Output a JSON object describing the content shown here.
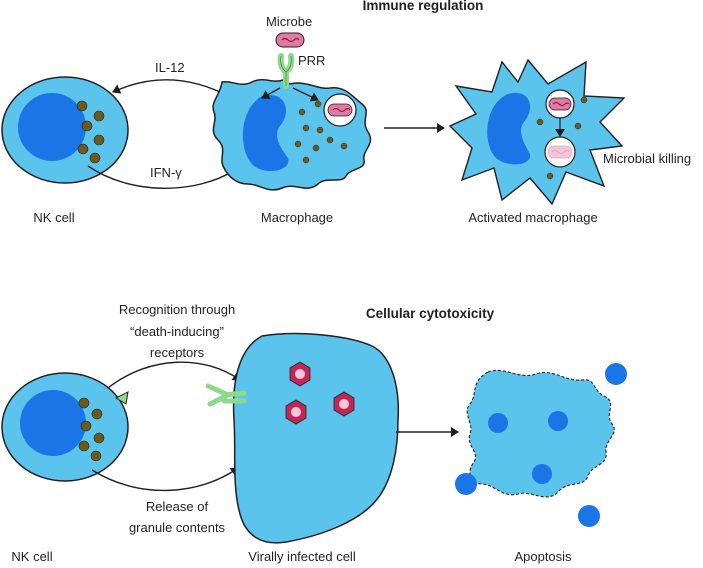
{
  "sections": {
    "immune_regulation": {
      "title": "Immune regulation",
      "labels": {
        "microbe": "Microbe",
        "prr": "PRR",
        "il12": "IL-12",
        "ifn": "IFN-γ",
        "microbial_killing": "Microbial killing",
        "nk_cell": "NK cell",
        "macrophage": "Macrophage",
        "activated_macrophage": "Activated macrophage"
      }
    },
    "cellular_cytotoxicity": {
      "title": "Cellular cytotoxicity",
      "labels": {
        "recognition_line1": "Recognition through",
        "recognition_line2": "“death-inducing”",
        "recognition_line3": "receptors",
        "release_line1": "Release of",
        "release_line2": "granule contents",
        "nk_cell": "NK cell",
        "infected_cell": "Virally infected cell",
        "apoptosis": "Apoptosis"
      }
    }
  },
  "colors": {
    "cell_fill": "#5bc4ec",
    "nucleus": "#1a75e6",
    "granule": "#6b5a1e",
    "receptor": "#8fd98a",
    "virus": "#c0285a",
    "microbe": "#e07aa0",
    "outline": "#231f20"
  }
}
